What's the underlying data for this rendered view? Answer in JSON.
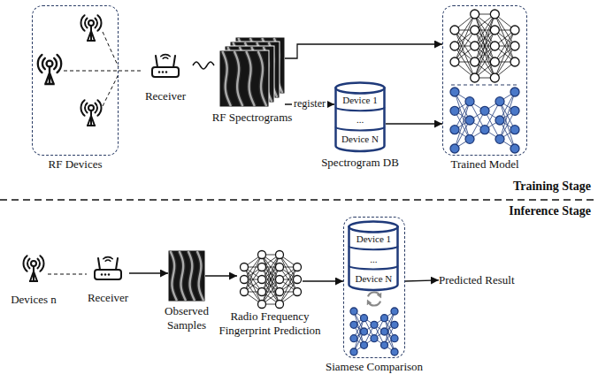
{
  "diagram": {
    "nodes": [
      {
        "text": [
          "RF Devices"
        ]
      },
      {
        "text": [
          "Receiver"
        ]
      },
      {
        "text": [
          "RF Spectrograms"
        ]
      },
      {
        "text": [
          "Device 1",
          "...",
          "Device N",
          "Spectrogram DB"
        ]
      },
      {
        "text": [
          "Trained Model"
        ]
      },
      {
        "text": [
          "Devices n"
        ]
      },
      {
        "text": [
          "Receiver"
        ]
      },
      {
        "text": [
          "Observed Samples"
        ]
      },
      {
        "text": [
          "Radio Frequency Fingerprint Prediction"
        ]
      },
      {
        "text": [
          "Siamese Comparison"
        ]
      },
      {
        "text": [
          "Device 1",
          "...",
          "Device N"
        ],
        "in": 9
      },
      {
        "text": [
          "Predicted Result"
        ]
      }
    ],
    "edges": [
      {
        "from": 0,
        "to": 1,
        "arrow": "none"
      },
      {
        "from": 2,
        "to": 4,
        "arrow": "to"
      },
      {
        "from": 2,
        "to": 3,
        "arrow": "to",
        "label": "register"
      },
      {
        "from": 3,
        "to": 4,
        "arrow": "to"
      },
      {
        "from": 5,
        "to": 6,
        "arrow": "none"
      },
      {
        "from": 6,
        "to": 7,
        "arrow": "to"
      },
      {
        "from": 7,
        "to": 8,
        "arrow": "to"
      },
      {
        "from": 8,
        "to": 9,
        "arrow": "to"
      },
      {
        "from": 9,
        "to": 11,
        "arrow": "to"
      }
    ],
    "labels": [
      "Training Stage",
      "Inference Stage"
    ]
  }
}
